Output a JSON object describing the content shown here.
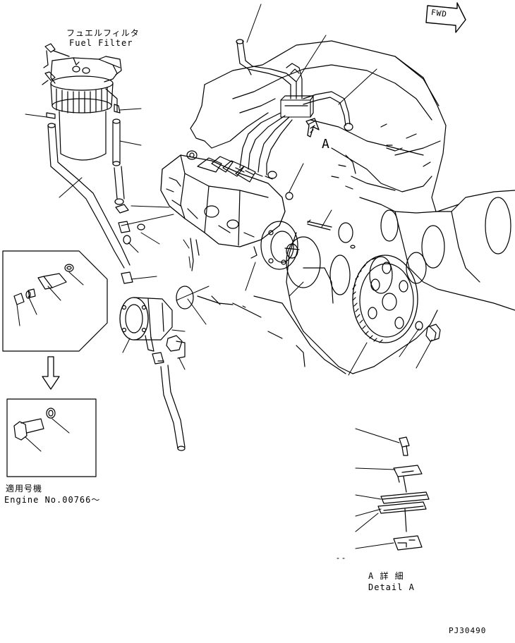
{
  "fuel_filter": {
    "label_jp": "フュエルフィルタ",
    "label_en": "Fuel Filter"
  },
  "direction_marker": {
    "label": "FWD"
  },
  "view_marker": {
    "label": "A"
  },
  "applicability": {
    "label_jp": "適用号機",
    "label_en": "Engine No.00766～"
  },
  "detail": {
    "label_jp": "A 詳 細",
    "label_en": "Detail A"
  },
  "drawing_code": "PJ30490"
}
